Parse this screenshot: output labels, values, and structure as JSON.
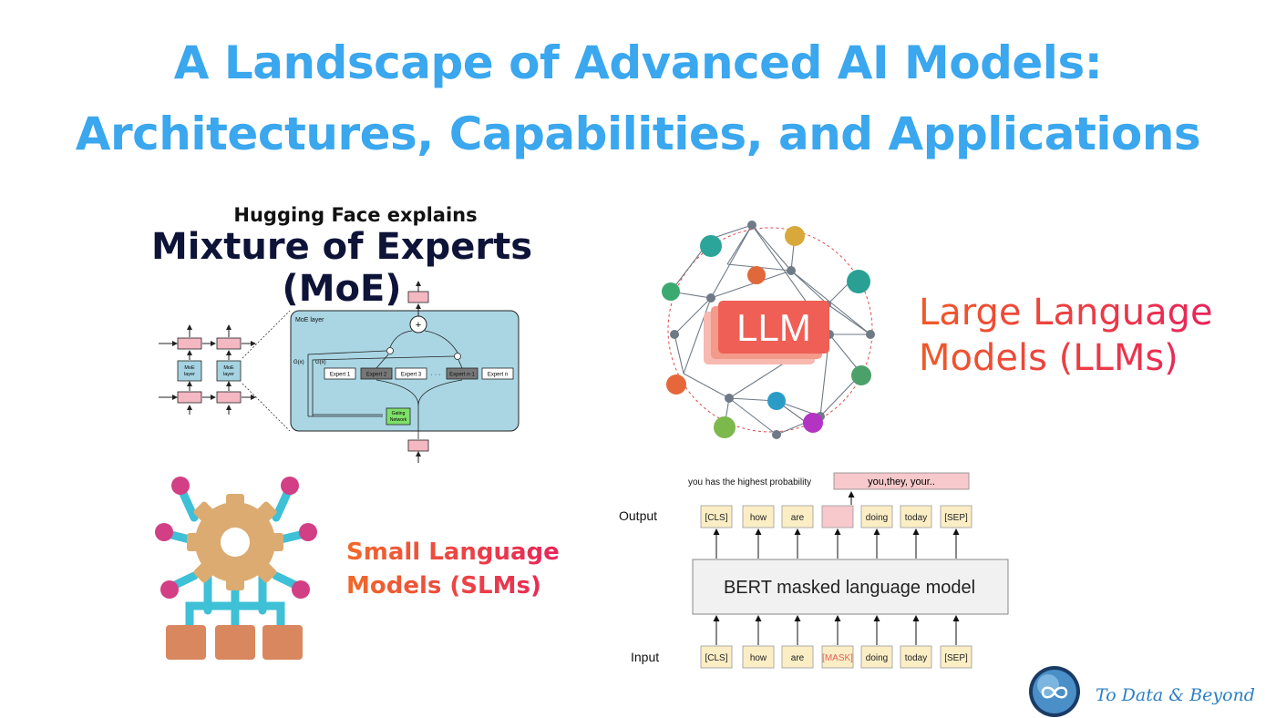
{
  "title": {
    "line1": "A Landscape of Advanced AI Models:",
    "line2": "Architectures, Capabilities, and Applications"
  },
  "moe": {
    "subtitle": "Hugging Face explains",
    "heading": "Mixture of Experts (MoE)",
    "diagram": {
      "layer_label": "MoE layer",
      "small_block_label": "MoE layer",
      "gate_label_1": "G(x)",
      "gate_label_2": "G(x)",
      "experts": [
        "Expert 1",
        "Expert 2",
        "Expert 3",
        "Expert n-1",
        "Expert n"
      ],
      "ellipsis": "· · ·",
      "gating_label": "Gating Network",
      "plus": "+"
    }
  },
  "llm": {
    "badge": "LLM",
    "label_line1": "Large Language",
    "label_line2": "Models (LLMs)",
    "colors": {
      "label_start": "#f05a28",
      "label_end": "#e8245a",
      "badge": "#f25b50"
    }
  },
  "slm": {
    "label_line1": "Small Language",
    "label_line2": "Models (SLMs)"
  },
  "bert": {
    "output_row_label": "Output",
    "input_row_label": "Input",
    "model_label": "BERT masked language model",
    "probability_label": "you has the highest probability",
    "prediction": "you,they, your..",
    "output_tokens": [
      "[CLS]",
      "how",
      "are",
      "",
      "doing",
      "today",
      "[SEP]"
    ],
    "input_tokens": [
      "[CLS]",
      "how",
      "are",
      "[MASK]",
      "doing",
      "today",
      "[SEP]"
    ]
  },
  "brand": {
    "name": "To Data & Beyond",
    "icon": "infinity-icon"
  }
}
